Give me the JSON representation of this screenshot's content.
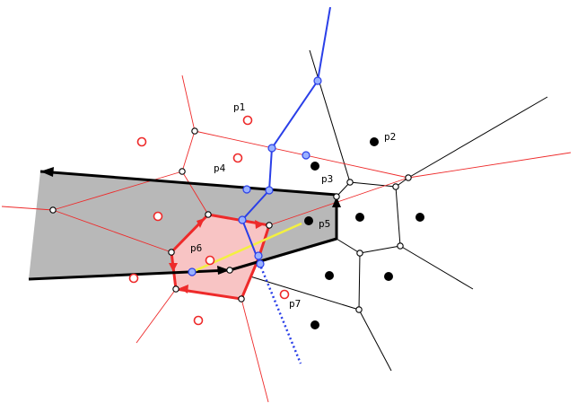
{
  "labels": {
    "p1": "p1",
    "p2": "p2",
    "p3": "p3",
    "p4": "p4",
    "p5": "p5",
    "p6": "p6",
    "p7": "p7"
  },
  "colors": {
    "gray_region": "#b8b8b8",
    "pink_cell": "#f8c4c4",
    "red": "#ee2a2a",
    "blue": "#2a3fe8",
    "blue_vertex_fill": "#9ab2ff",
    "yellow": "#f3f040",
    "black": "#000000"
  }
}
